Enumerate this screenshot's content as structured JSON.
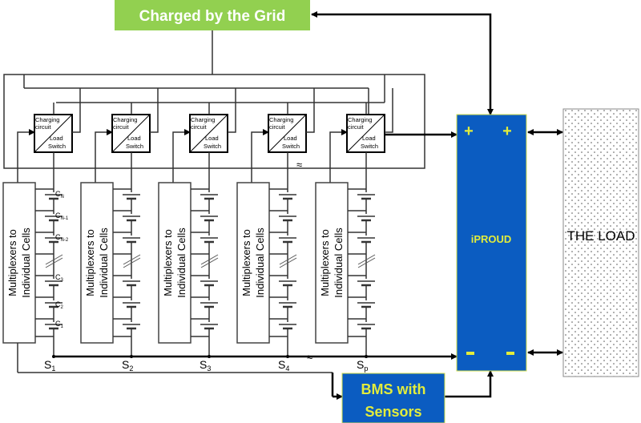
{
  "grid_box": {
    "label": "Charged by the Grid",
    "color": "#92d050"
  },
  "iproud": {
    "label": "iPROUD",
    "plus": "+",
    "minus": "-",
    "color": "#0b5cc1",
    "text_color": "#e2ec3c"
  },
  "bms": {
    "line1": "BMS with",
    "line2": "Sensors",
    "color": "#0b5cc1"
  },
  "load": {
    "label": "THE LOAD"
  },
  "converter": {
    "top": [
      "Charging",
      "circuit"
    ],
    "bottom": [
      "Load",
      "Switch"
    ]
  },
  "mux": {
    "line1": "Multiplexers to",
    "line2": "Individual Cells"
  },
  "cells": [
    "C",
    "N",
    "C",
    "N-1",
    "C",
    "N-2",
    "C",
    "3",
    "C",
    "2",
    "C",
    "1"
  ],
  "strings": [
    {
      "label": "S",
      "sub": "1"
    },
    {
      "label": "S",
      "sub": "2"
    },
    {
      "label": "S",
      "sub": "3"
    },
    {
      "label": "S",
      "sub": "4"
    },
    {
      "label": "S",
      "sub": "p"
    }
  ],
  "break_mark": "≈"
}
